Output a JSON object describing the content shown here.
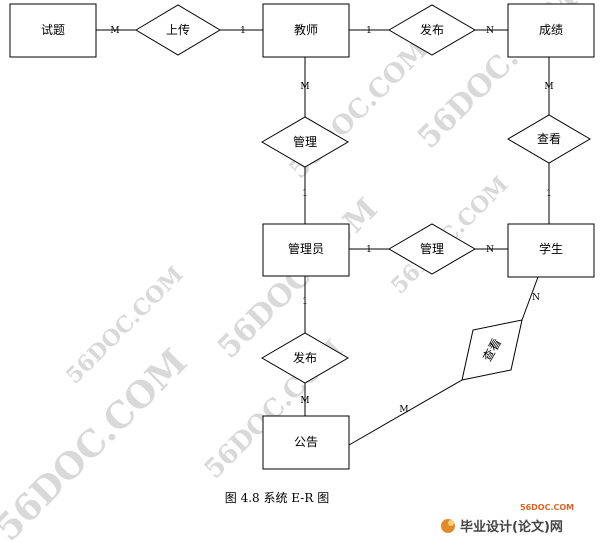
{
  "diagram": {
    "entities": {
      "shiti": "试题",
      "jiaoshi": "教师",
      "chengji": "成绩",
      "guanliyuan": "管理员",
      "xuesheng": "学生",
      "gonggao": "公告"
    },
    "relationships": {
      "shangchuan": "上传",
      "fabu_top": "发布",
      "guanli_left": "管理",
      "chakan_right": "查看",
      "guanli_mid": "管理",
      "fabu_bottom": "发布",
      "chakan_diag": "查看"
    },
    "cardinalities": {
      "shiti_shangchuan": "M",
      "shangchuan_jiaoshi": "1",
      "jiaoshi_fabu": "1",
      "fabu_chengji": "N",
      "jiaoshi_guanli": "M",
      "guanli_guanliyuan": "1",
      "chengji_chakan": "M",
      "chakan_xuesheng": "1",
      "guanliyuan_guanli": "1",
      "guanli_xuesheng": "N",
      "guanliyuan_fabu": "1",
      "fabu_gonggao": "M",
      "xuesheng_chakan": "N",
      "chakan_gonggao": "M"
    }
  },
  "caption": "图 4.8 系统 E-R 图",
  "watermark": "56DOC.COM",
  "logo": {
    "site": "56DOC.COM",
    "title": "毕业设计(论文)网"
  }
}
